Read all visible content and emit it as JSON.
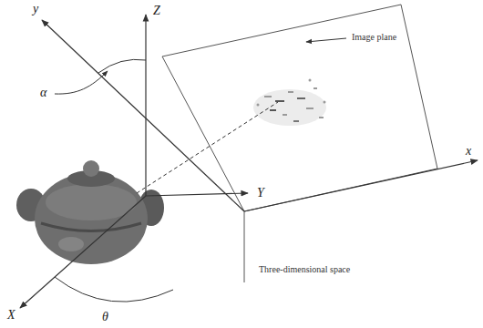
{
  "diagram": {
    "labels": [
      "y",
      "Z",
      "Image plane",
      "α",
      "x",
      "Y",
      "Three-dimensional space",
      "X",
      "θ"
    ]
  }
}
